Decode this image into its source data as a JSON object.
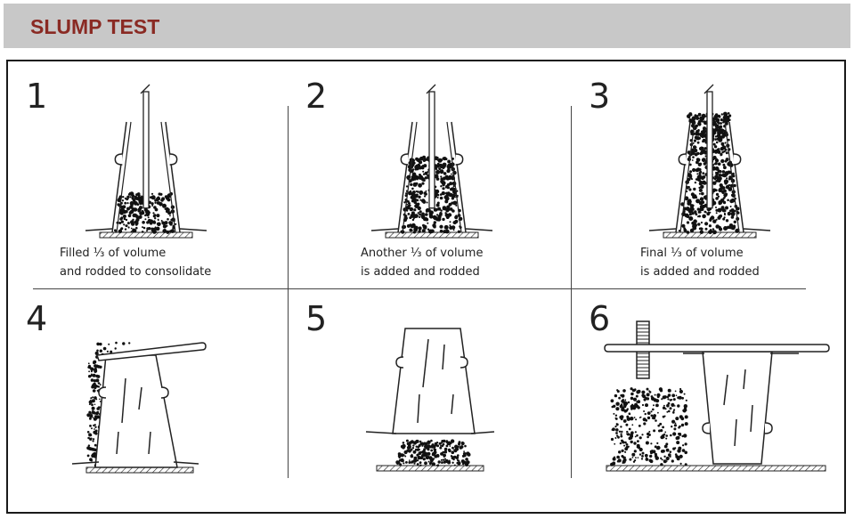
{
  "header": {
    "title": "SLUMP TEST"
  },
  "steps": [
    {
      "number": "1",
      "caption_line1": "Filled ⅓ of volume",
      "caption_line2": "and rodded to consolidate"
    },
    {
      "number": "2",
      "caption_line1": "Another ⅓ of volume",
      "caption_line2": "is added and rodded"
    },
    {
      "number": "3",
      "caption_line1": "Final ⅓ of volume",
      "caption_line2": "is added and rodded"
    },
    {
      "number": "4"
    },
    {
      "number": "5"
    },
    {
      "number": "6"
    }
  ]
}
